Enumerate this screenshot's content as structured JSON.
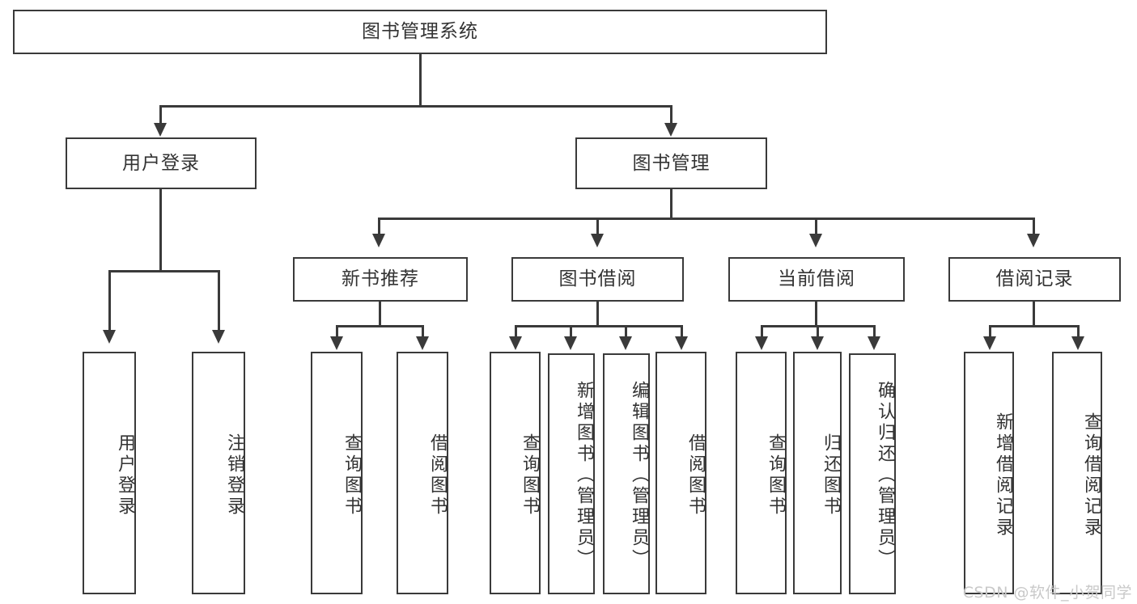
{
  "diagram": {
    "type": "tree-hierarchy-chart",
    "title": "图书管理系统",
    "watermark": "CSDN @软件_小贺同学",
    "colors": {
      "box_border": "#3a3a3a",
      "box_fill": "#ffffff",
      "text": "#333333",
      "connector": "#3a3a3a",
      "watermark": "#c9c9c9",
      "background": "#ffffff"
    },
    "root": {
      "label": "图书管理系统"
    },
    "level2": [
      {
        "label": "用户登录"
      },
      {
        "label": "图书管理"
      }
    ],
    "level3": [
      {
        "label": "新书推荐"
      },
      {
        "label": "图书借阅"
      },
      {
        "label": "当前借阅"
      },
      {
        "label": "借阅记录"
      }
    ],
    "leaves": {
      "user_login": [
        {
          "label": "用户登录"
        },
        {
          "label": "注销登录"
        }
      ],
      "new_book_recommend": [
        {
          "label": "查询图书"
        },
        {
          "label": "借阅图书"
        }
      ],
      "book_borrow": [
        {
          "label": "查询图书"
        },
        {
          "label": "新增图书（管理员）"
        },
        {
          "label": "编辑图书（管理员）"
        },
        {
          "label": "借阅图书"
        }
      ],
      "current_borrow": [
        {
          "label": "查询图书"
        },
        {
          "label": "归还图书"
        },
        {
          "label": "确认归还（管理员）"
        }
      ],
      "borrow_record": [
        {
          "label": "新增借阅记录"
        },
        {
          "label": "查询借阅记录"
        }
      ]
    }
  }
}
